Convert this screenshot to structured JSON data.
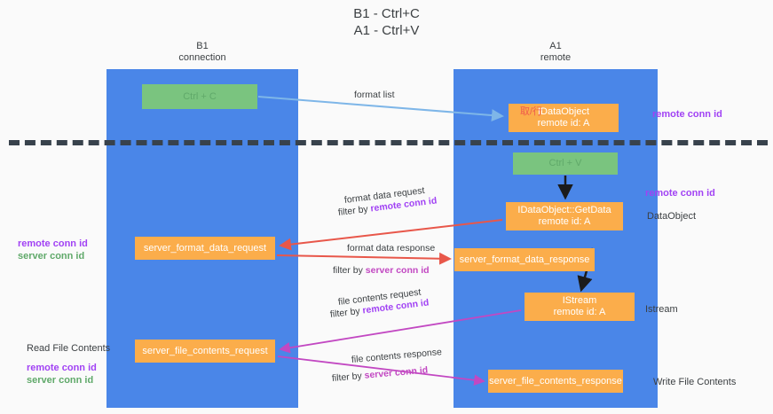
{
  "title": {
    "line1": "B1 - Ctrl+C",
    "line2": "A1 - Ctrl+V"
  },
  "columns": [
    {
      "name": "B1",
      "sub": "connection"
    },
    {
      "name": "A1",
      "sub": "remote"
    }
  ],
  "colors": {
    "lane": "#4a86e8",
    "green_node": "#7ac47f",
    "orange_node": "#fbad4b",
    "purple_text": "#a142f4",
    "green_text": "#60a96a",
    "magenta_text": "#c248c2",
    "red_arrow": "#e8574a",
    "blue_arrow": "#7eb6e8",
    "magenta_arrow": "#c248c2",
    "black_arrow": "#1b1b1b",
    "divider": "#38424c",
    "background": "#fafafa"
  },
  "nodes": {
    "ctrl_c": "Ctrl + C",
    "ctrl_v": "Ctrl + V",
    "idataobject": {
      "line1": "IDataObject",
      "line2": "remote id: A",
      "ghost": "取/行"
    },
    "getdata": {
      "line1": "IDataObject::GetData",
      "line2": "remote id: A"
    },
    "istream": {
      "line1": "IStream",
      "line2": "remote id: A"
    },
    "server_format_data_request": "server_format_data_request",
    "server_format_data_response": "server_format_data_response",
    "server_file_contents_request": "server_file_contents_request",
    "server_file_contents_response": "server_file_contents_response"
  },
  "side_labels": {
    "remote_conn_id_top": "remote conn id",
    "remote_conn_id_mid": "remote conn id",
    "left_remote_conn_id": "remote conn id",
    "left_server_conn_id": "server conn id",
    "read_file_contents": "Read File Contents",
    "left_remote_conn_id2": "remote conn id",
    "left_server_conn_id2": "server conn id",
    "dataobject": "DataObject",
    "istream": "Istream",
    "write_file_contents": "Write File Contents"
  },
  "edge_labels": {
    "format_list": "format list",
    "format_data_request": "format data request",
    "format_data_request_filter_prefix": "filter by ",
    "format_data_request_filter_value": "remote conn id",
    "format_data_response": "format data response",
    "format_data_response_filter_prefix": "filter by ",
    "format_data_response_filter_value": "server conn id",
    "file_contents_request": "file contents request",
    "file_contents_request_filter_prefix": "filter by ",
    "file_contents_request_filter_value": "remote conn id",
    "file_contents_response": "file contents response",
    "file_contents_response_filter_prefix": "filter by ",
    "file_contents_response_filter_value": "server conn id"
  }
}
